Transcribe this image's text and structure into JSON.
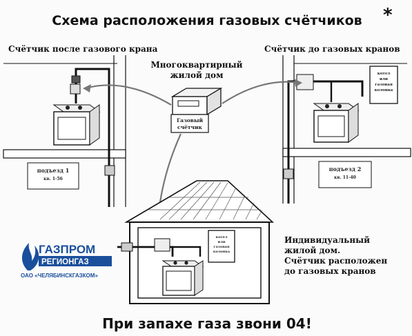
{
  "title": "Схема расположения газовых счётчиков",
  "title_mark": "*",
  "left_caption": "Счётчик после газового крана",
  "right_caption": "Счётчик до газовых кранов",
  "center_label": {
    "line1": "Многоквартирный",
    "line2": "жилой дом"
  },
  "meter_label": {
    "line1": "Газовый",
    "line2": "счётчик"
  },
  "entrance_1": {
    "title": "подъезд 1",
    "apartments": "кв. 1-56"
  },
  "entrance_2": {
    "title": "подъезд 2",
    "apartments": "кв. 11-40"
  },
  "boiler_right": {
    "line1": "котел",
    "line2": "или",
    "line3": "газовая",
    "line4": "колонка"
  },
  "boiler_house": {
    "line1": "котел",
    "line2": "или",
    "line3": "газовая",
    "line4": "колонка"
  },
  "house_label": {
    "line1": "Индивидуальный",
    "line2": "жилой дом.",
    "line3": "Счётчик расположен",
    "line4": "до газовых кранов"
  },
  "logo": {
    "brand": "ГАЗПРОМ",
    "subbrand": "РЕГИОНГАЗ",
    "company": "ОАО «ЧЕЛЯБИНСКГАЗКОМ»",
    "brand_color": "#1a4f9c"
  },
  "footer": "При запахе газа звони 04!"
}
